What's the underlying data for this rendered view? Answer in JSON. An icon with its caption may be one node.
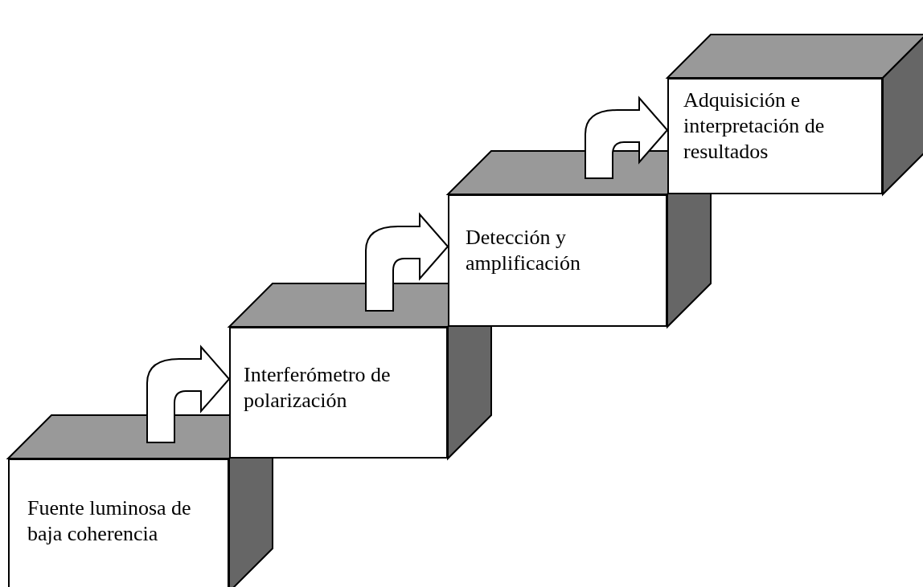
{
  "diagram": {
    "nodes": [
      {
        "text": [
          "Fuente luminosa de baja coherencia"
        ]
      },
      {
        "text": [
          "Interferómetro de polarización"
        ]
      },
      {
        "text": [
          "Detección y amplificación"
        ]
      },
      {
        "text": [
          "Adquisición e interpretación de resultados"
        ]
      }
    ],
    "edges": [
      {
        "from": 0,
        "to": 1,
        "arrow": "to"
      },
      {
        "from": 1,
        "to": 2,
        "arrow": "to"
      },
      {
        "from": 2,
        "to": 3,
        "arrow": "to"
      }
    ]
  }
}
